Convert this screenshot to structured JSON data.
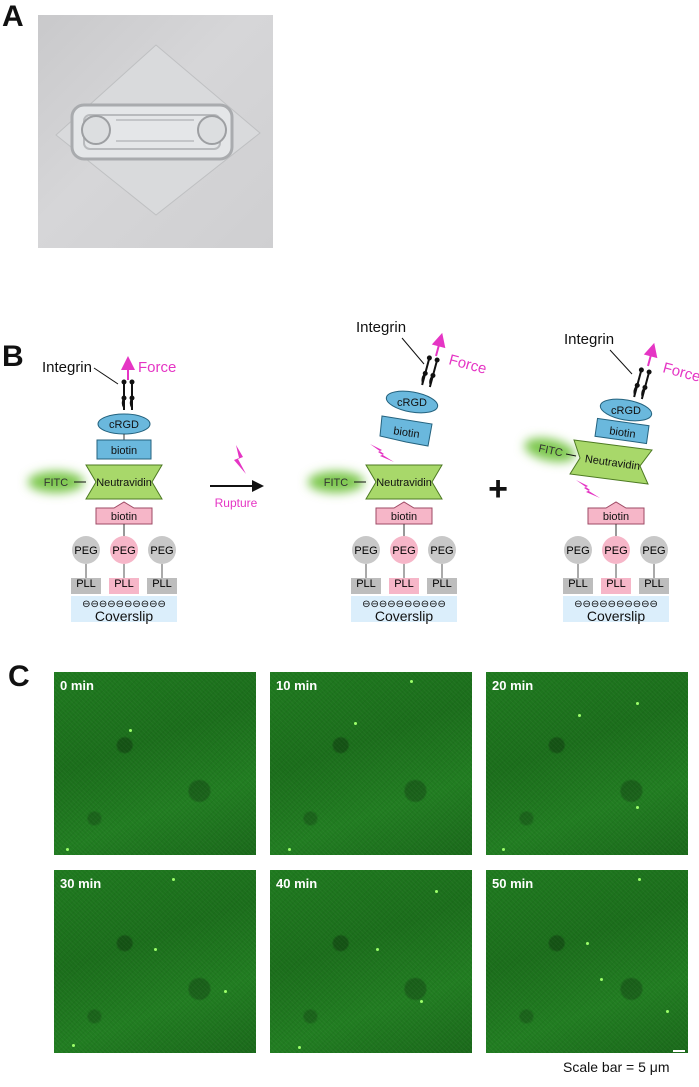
{
  "panels": {
    "a": "A",
    "b": "B",
    "c": "C"
  },
  "schematic": {
    "integrin": "Integrin",
    "force": "Force",
    "crgd": "cRGD",
    "biotin": "biotin",
    "neutravidin": "Neutravidin",
    "fitc": "FITC",
    "peg": "PEG",
    "pll": "PLL",
    "coverslip": "Coverslip",
    "rupture": "Rupture",
    "plus": "+"
  },
  "micrographs": {
    "times": [
      "0 min",
      "10 min",
      "20 min",
      "30 min",
      "40 min",
      "50 min"
    ]
  },
  "scale_bar": "Scale bar = 5 μm",
  "colors": {
    "force": "#e535c4",
    "crgd": "#6ab8dd",
    "biotin": "#f5a9bd",
    "neutravidin": "#a8d86a",
    "fitc_glow": "#7ec850",
    "coverslip": "#dbeefb"
  }
}
